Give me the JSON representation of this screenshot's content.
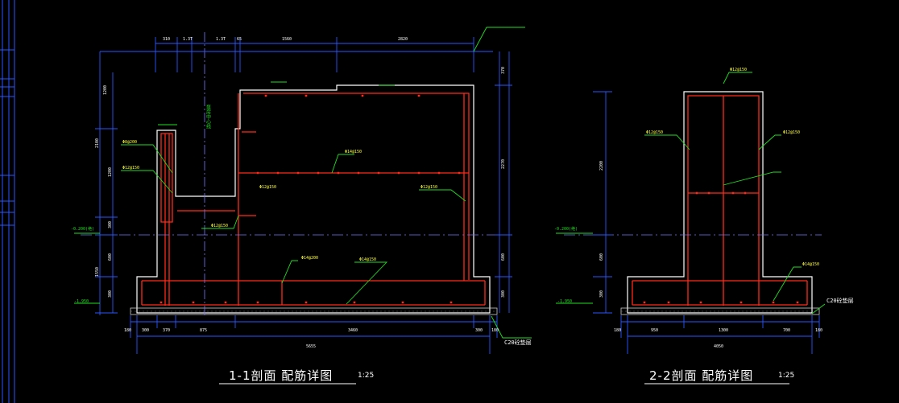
{
  "sections": [
    {
      "title": "1-1剖面 配筋详图",
      "scale": "1:25"
    },
    {
      "title": "2-2剖面 配筋详图",
      "scale": "1:25"
    }
  ],
  "cushion_label": "C20砼垫层",
  "elevations": {
    "ground": "-0.200(绝)",
    "bottom": "-1.950"
  },
  "colors": {
    "background": "#000000",
    "concrete_outline": "#ffffff",
    "rebar": "#ff2a1a",
    "dimension": "#2b55ff",
    "leader": "#22dd22",
    "annotation_text": "#ffff44",
    "axis": "#7777ff"
  },
  "section1": {
    "top_dims": [
      "310",
      "1.3T",
      "1.3T",
      "65",
      "1560",
      "2820"
    ],
    "bottom_dims": [
      "180",
      "300",
      "370",
      "875",
      "3460",
      "300",
      "180"
    ],
    "overall_width": "5655",
    "left_dims": [
      "1200",
      "2100",
      "1200",
      "300",
      "600",
      "1550",
      "300"
    ],
    "right_dims": [
      "370",
      "2270",
      "600",
      "300"
    ],
    "rebar_notes": [
      "Φ8@200",
      "Φ12@150",
      "Φ12@150",
      "Φ14@150",
      "Φ12@150",
      "Φ12@150",
      "Φ14@200",
      "Φ14@150"
    ],
    "center_label": "泵房中心线"
  },
  "section2": {
    "top_note": "Φ12@150",
    "bottom_dims": [
      "180",
      "950",
      "1300",
      "700",
      "180"
    ],
    "overall_width": "4050",
    "left_dims": [
      "2200",
      "600",
      "300"
    ],
    "rebar_notes": [
      "Φ12@150",
      "Φ12@150",
      "Φ14@150"
    ]
  }
}
